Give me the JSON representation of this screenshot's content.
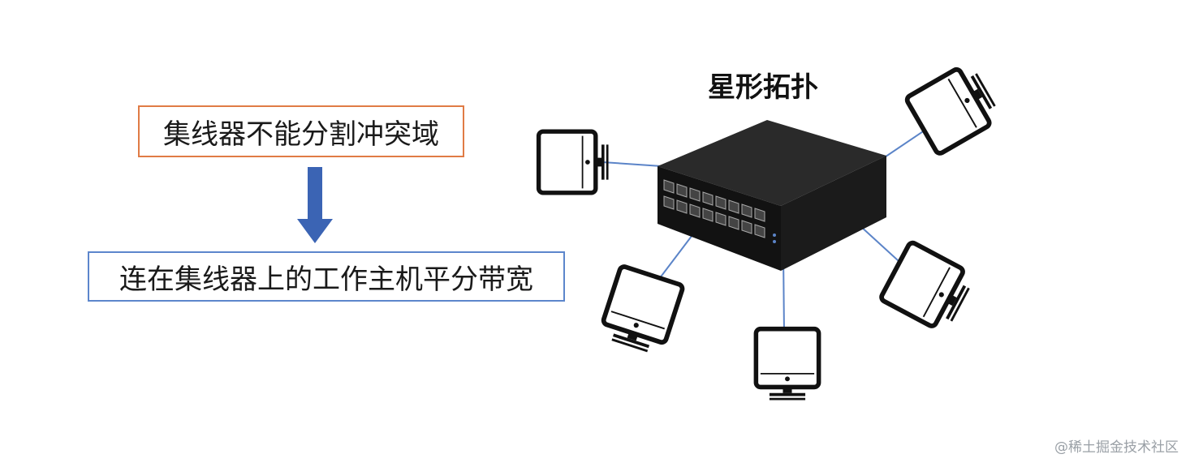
{
  "title": "星形拓扑",
  "statements": {
    "top": "集线器不能分割冲突域",
    "bottom": "连在集线器上的工作主机平分带宽"
  },
  "watermark": "@稀土掘金技术社区",
  "colors": {
    "top_box_border": "#e07b45",
    "bottom_box_border": "#5c86cc",
    "arrow": "#3b64b4",
    "link_line": "#5b84c8",
    "hub_body": "#232323"
  },
  "icons": {
    "hub": "network-hub-icon",
    "computer": "computer-monitor-icon",
    "arrow": "down-arrow-icon"
  }
}
